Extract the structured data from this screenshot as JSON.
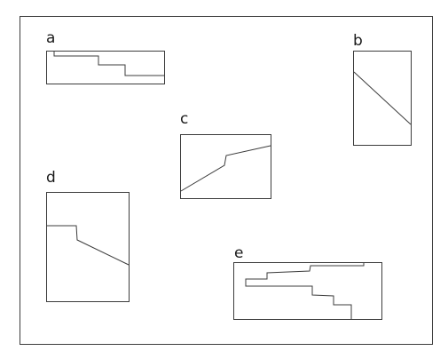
{
  "panels": [
    {
      "id": "a",
      "label": "a"
    },
    {
      "id": "b",
      "label": "b"
    },
    {
      "id": "c",
      "label": "c"
    },
    {
      "id": "d",
      "label": "d"
    },
    {
      "id": "e",
      "label": "e"
    }
  ],
  "colors": {
    "stroke": "#3c3c3c",
    "label": "#1a1a1a",
    "background": "#ffffff"
  }
}
